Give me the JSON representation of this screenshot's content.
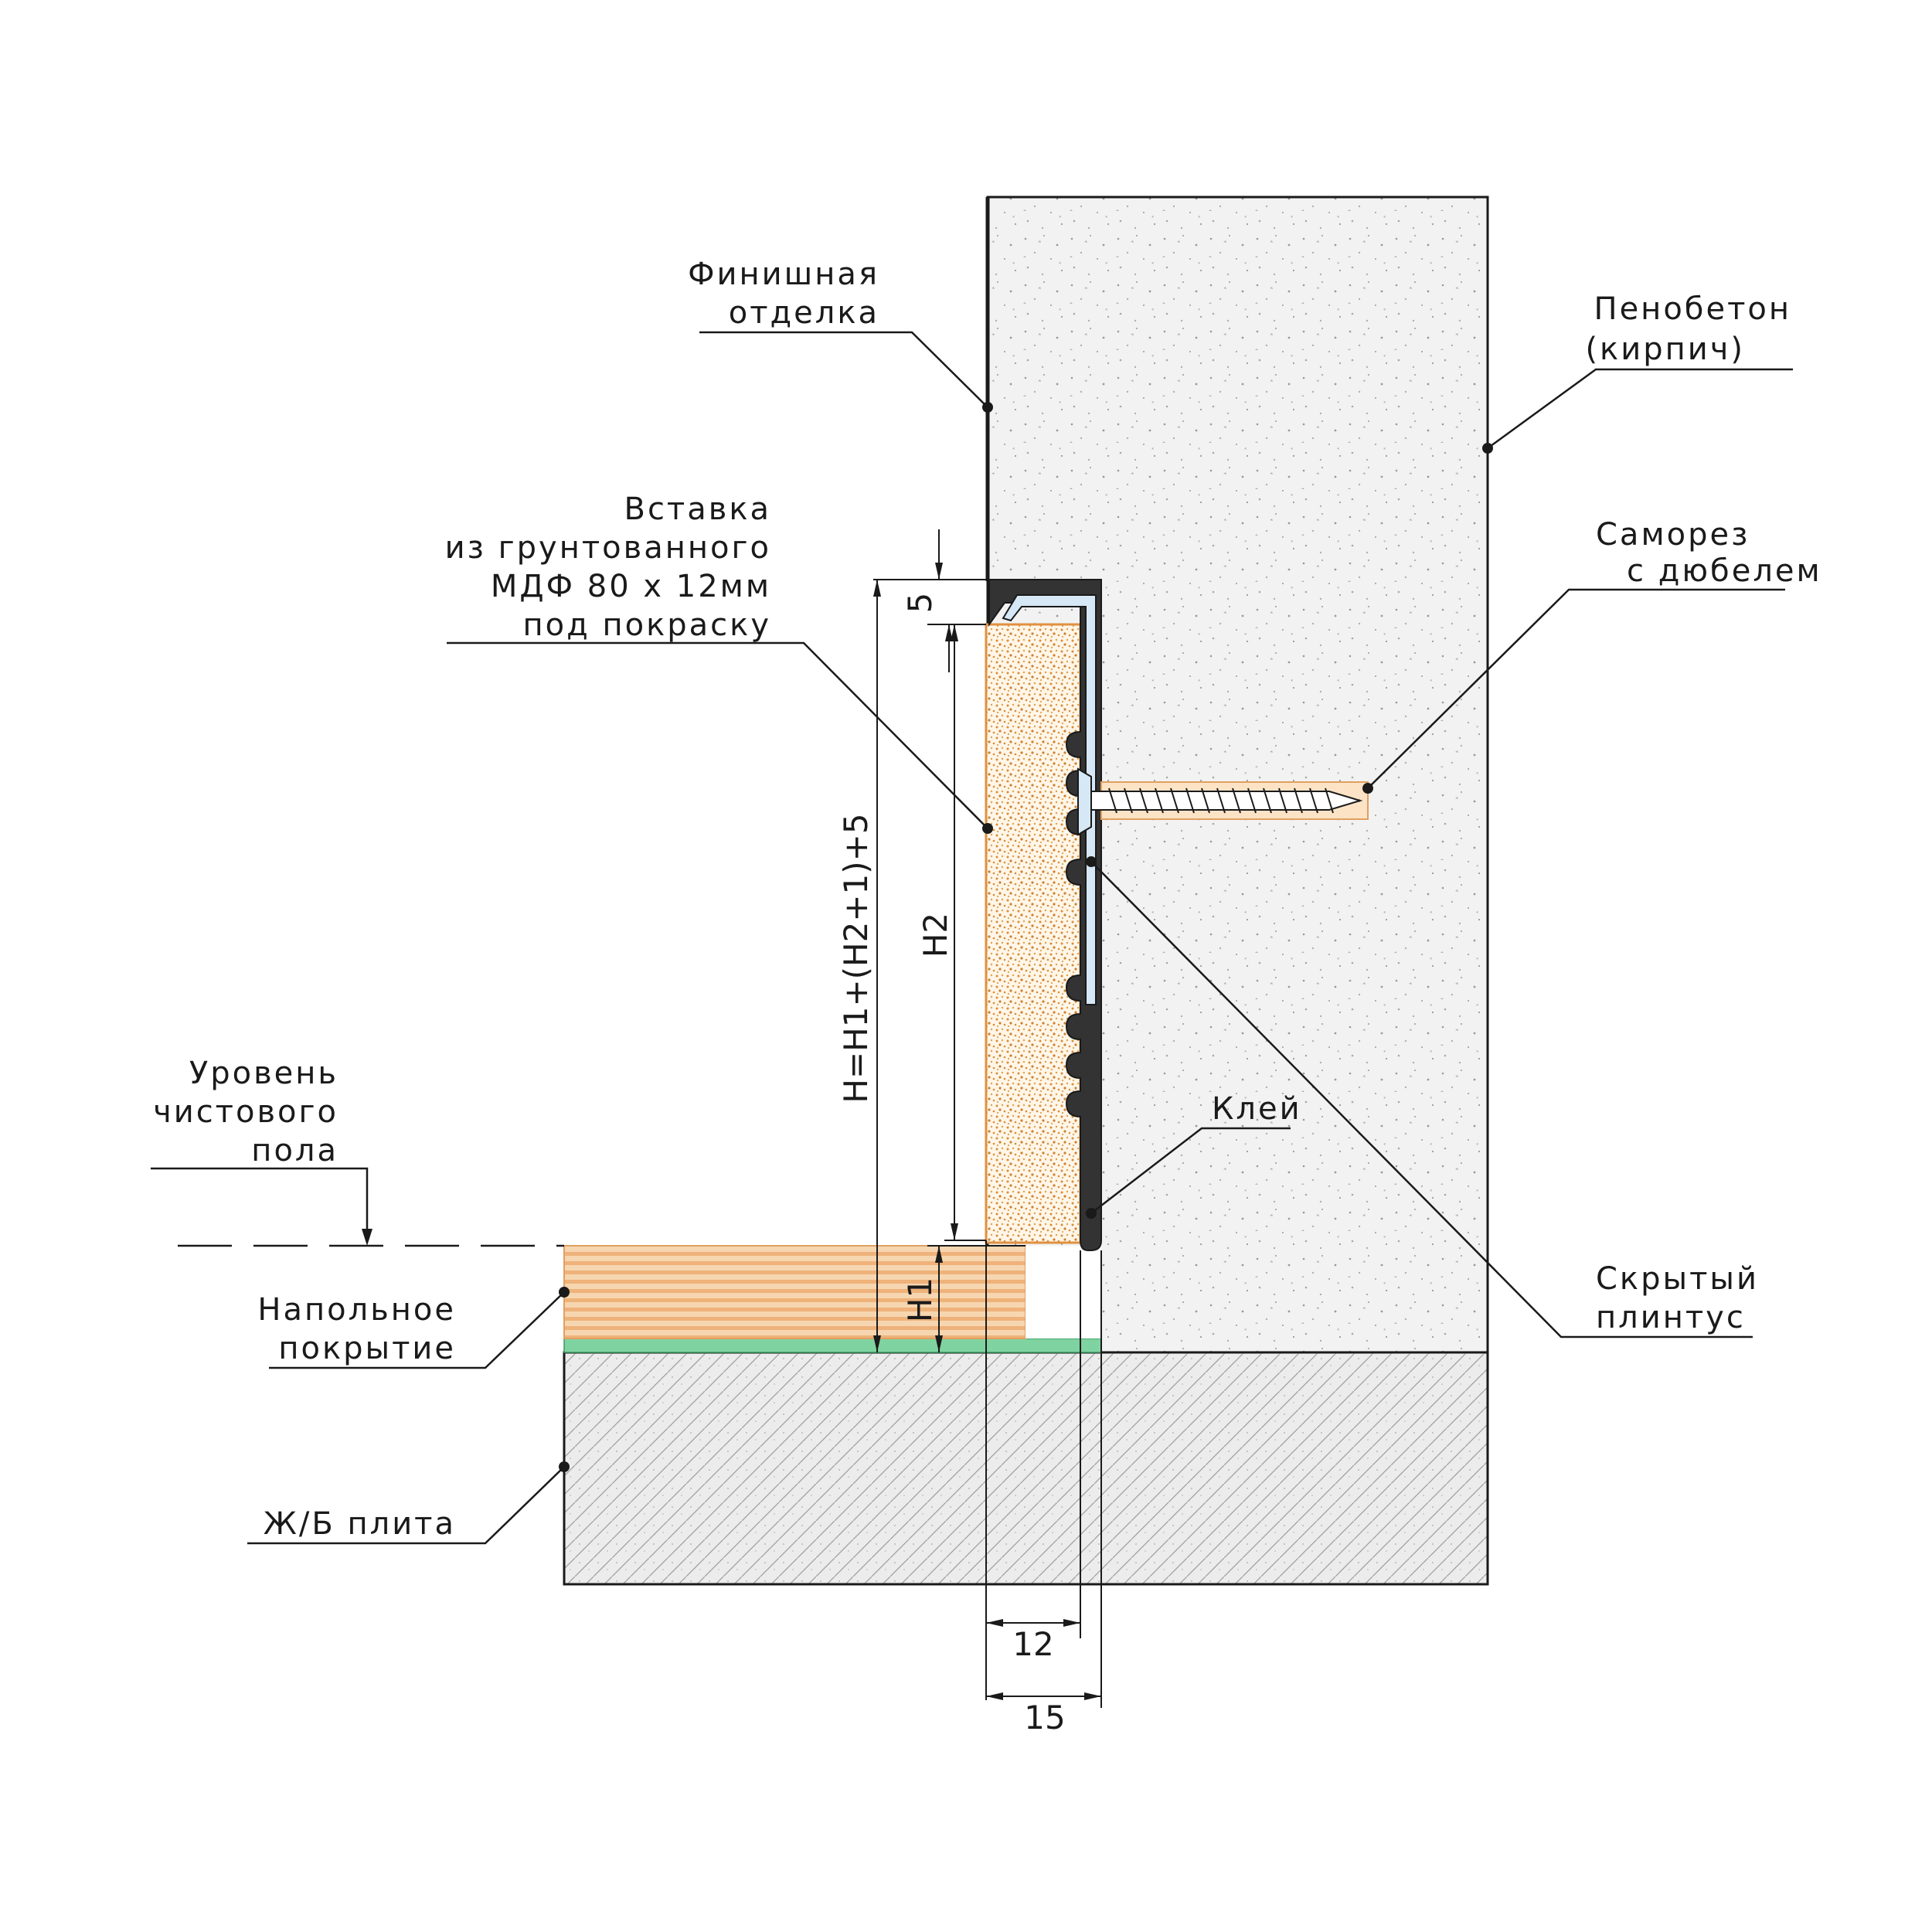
{
  "colors": {
    "foam_concrete": "#f2f2f2",
    "slab": "#ececec",
    "mdf_fill": "#fff6e8",
    "mdf_speckle": "#d98c3a",
    "flooring": "#f3c99b",
    "flooring_lines": "#e8a45f",
    "underlay": "#7fd3a0",
    "profile": "#333333",
    "aluminum": "#d6e8f5",
    "screw": "#f0a860"
  },
  "labels": {
    "finish": [
      "Финишная",
      "отделка"
    ],
    "foam_concrete": [
      "Пенобетон",
      "(кирпич)"
    ],
    "insert": [
      "Вставка",
      "из грунтованного",
      "МДФ 80 x 12мм",
      "под покраску"
    ],
    "screw": [
      "Саморез",
      "с дюбелем"
    ],
    "glue": "Клей",
    "hidden_plinth": [
      "Скрытый",
      "плинтус"
    ],
    "floor_level": [
      "Уровень",
      "чистового",
      "пола"
    ],
    "floor_covering": [
      "Напольное",
      "покрытие"
    ],
    "slab": "Ж/Б плита"
  },
  "dimensions": {
    "top_gap": "5",
    "h2": "H2",
    "h1": "H1",
    "total": "H=H1+(H2+1)+5",
    "width_12": "12",
    "width_15": "15"
  }
}
